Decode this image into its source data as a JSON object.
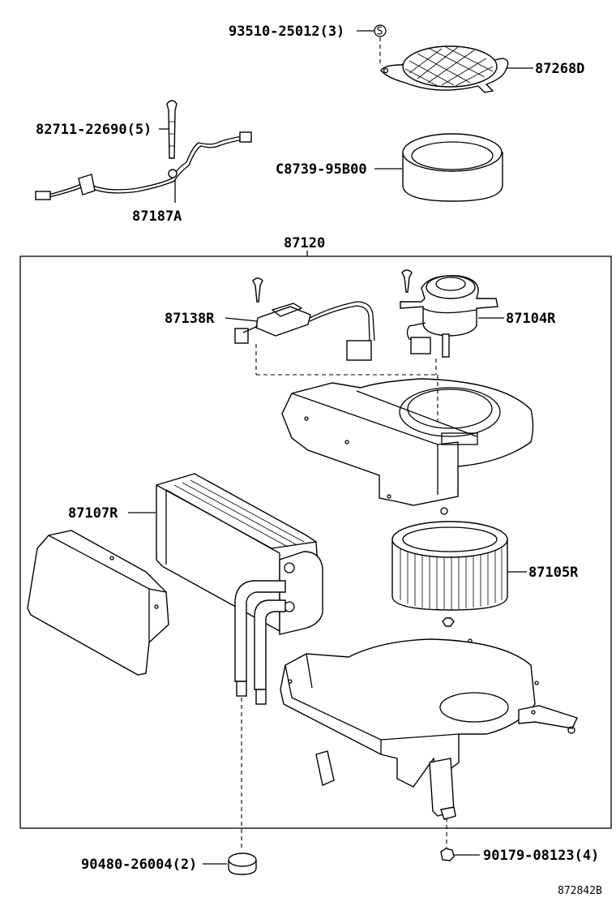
{
  "parts": {
    "p93510": "93510-25012(3)",
    "p87268D": "87268D",
    "p82711": "82711-22690(5)",
    "pC8739": "C8739-95B00",
    "p87187A": "87187A",
    "p87120": "87120",
    "p87138R": "87138R",
    "p87104R": "87104R",
    "p87107R": "87107R",
    "p87105R": "87105R",
    "p90480": "90480-26004(2)",
    "p90179": "90179-08123(4)"
  },
  "symbols": {
    "s_mark": "S"
  },
  "footer": {
    "figure_code": "872842B"
  }
}
